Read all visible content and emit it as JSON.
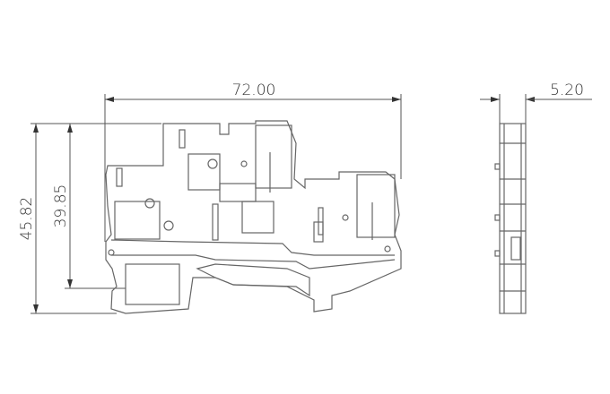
{
  "drawing": {
    "dimensions": {
      "width": "72.00",
      "height_total": "45.82",
      "height_rail": "39.85",
      "thickness": "5.20"
    },
    "colors": {
      "line": "#555555",
      "background": "#ffffff"
    }
  }
}
